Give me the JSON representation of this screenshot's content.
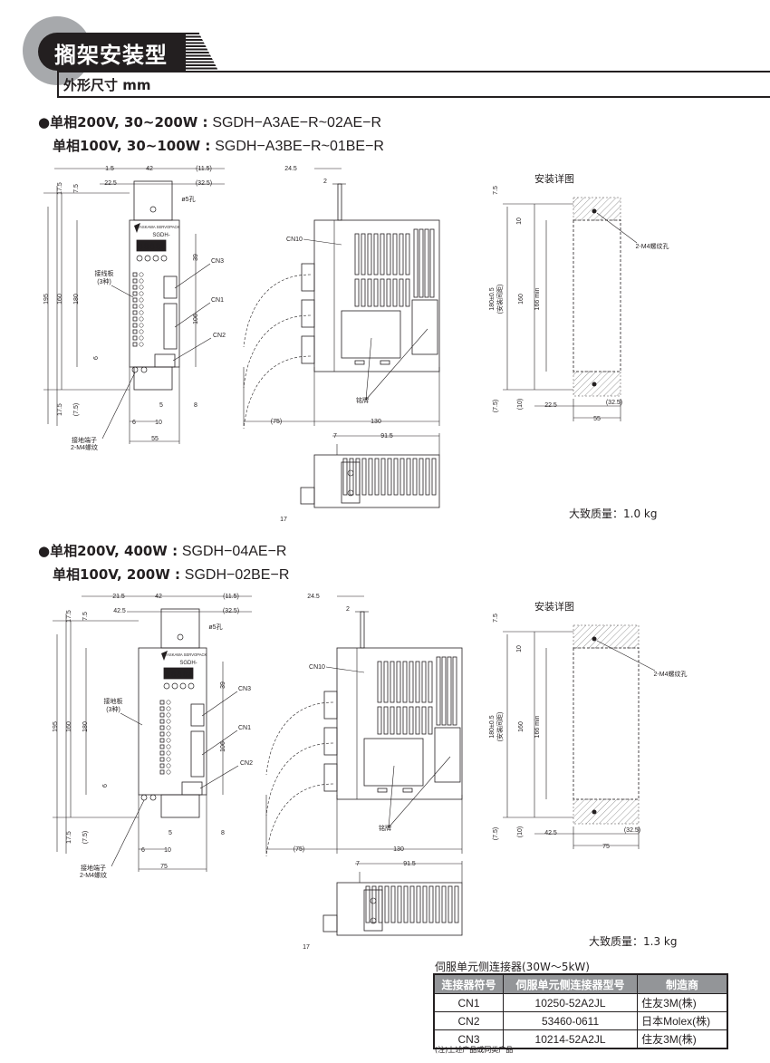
{
  "header": {
    "title": "搁架安装型",
    "subtitle": "外形尺寸 mm"
  },
  "sections": [
    {
      "spec_lines": [
        {
          "bullet": "●",
          "label": "单相200V, 30~200W :",
          "model": "SGDH−A3AE−R~02AE−R"
        },
        {
          "bullet": "",
          "label": "单相100V, 30~100W :",
          "model": "SGDH−A3BE−R~01BE−R"
        }
      ],
      "front_labels": [
        "1.5",
        "42",
        "(11.5)",
        "22.5",
        "(32.5)",
        "ø5孔",
        "17.5",
        "7.5",
        "195",
        "160",
        "180",
        "39",
        "106",
        "6",
        "17.5",
        "(7.5)",
        "5",
        "8",
        "6",
        "10",
        "55"
      ],
      "callouts": [
        "CN3",
        "CN1",
        "CN2",
        "接线板",
        "(3种)",
        "接地端子",
        "2-M4螺纹"
      ],
      "panel": {
        "brand": "YASKAWA SERVOPACK",
        "model": "SGDH-"
      },
      "side_labels": [
        "24.5",
        "2",
        "CN10",
        "铭牌",
        "(75)",
        "130",
        "7",
        "91.5",
        "17"
      ],
      "install_title": "安装详图",
      "install_labels": [
        "7.5",
        "10",
        "180±0.5",
        "(安装间距)",
        "160",
        "166 min",
        "2-M4螺纹孔",
        "(7.5)",
        "(10)",
        "22.5",
        "(32.5)",
        "55"
      ],
      "weight": "大致质量：1.0 kg"
    },
    {
      "spec_lines": [
        {
          "bullet": "●",
          "label": "单相200V, 400W :",
          "model": "SGDH−04AE−R"
        },
        {
          "bullet": "",
          "label": "单相100V, 200W :",
          "model": "SGDH−02BE−R"
        }
      ],
      "front_labels": [
        "21.5",
        "42",
        "(11.5)",
        "42.5",
        "(32.5)",
        "ø5孔",
        "17.5",
        "7.5",
        "195",
        "160",
        "180",
        "39",
        "106",
        "6",
        "17.5",
        "(7.5)",
        "5",
        "8",
        "6",
        "10",
        "75"
      ],
      "callouts": [
        "CN3",
        "CN1",
        "CN2",
        "接地板",
        "(3种)",
        "接地端子",
        "2-M4螺纹"
      ],
      "panel": {
        "brand": "YASKAWA SERVOPACK",
        "model": "SGDH-"
      },
      "side_labels": [
        "24.5",
        "2",
        "CN10",
        "铭牌",
        "(75)",
        "130",
        "7",
        "91.5",
        "17"
      ],
      "install_title": "安装详图",
      "install_labels": [
        "7.5",
        "10",
        "180±0.5",
        "(安装间距)",
        "160",
        "166 min",
        "2-M4螺纹孔",
        "(7.5)",
        "(10)",
        "42.5",
        "(32.5)",
        "75"
      ],
      "weight": "大致质量：1.3 kg"
    }
  ],
  "connector_table": {
    "title": "伺服单元侧连接器(30W～5kW)",
    "headers": [
      "连接器符号",
      "伺服单元侧连接器型号",
      "制造商"
    ],
    "rows": [
      [
        "CN1",
        "10250-52A2JL",
        "住友3M(株)"
      ],
      [
        "CN2",
        "53460-0611",
        "日本Molex(株)"
      ],
      [
        "CN3",
        "10214-52A2JL",
        "住友3M(株)"
      ]
    ],
    "note": "(注)上述产品或同类产品"
  }
}
